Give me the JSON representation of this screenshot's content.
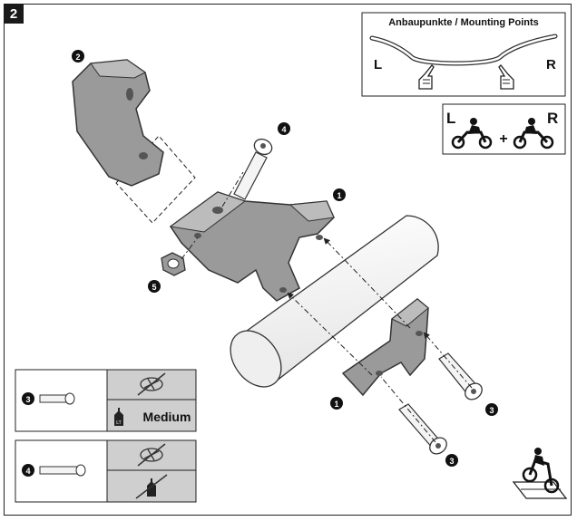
{
  "step_number": "2",
  "mounting_points": {
    "title": "Anbaupunkte / Mounting Points",
    "left": "L",
    "right": "R"
  },
  "side_box": {
    "left": "L",
    "plus": "+",
    "right": "R"
  },
  "callouts": [
    "1",
    "2",
    "3",
    "4",
    "5"
  ],
  "legend": [
    {
      "part": "3",
      "loctite": "Medium"
    },
    {
      "part": "4",
      "loctite": ""
    }
  ]
}
